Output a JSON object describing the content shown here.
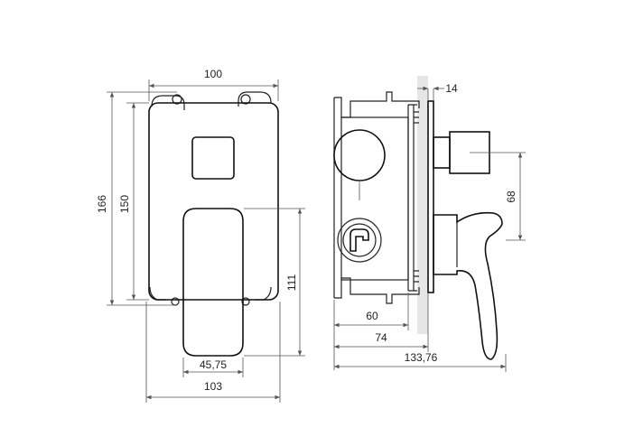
{
  "front_view": {
    "dimensions": {
      "top_width": "100",
      "outer_height": "166",
      "plate_height": "150",
      "handle_height": "111",
      "handle_width": "45,75",
      "total_width": "103"
    }
  },
  "side_view": {
    "dimensions": {
      "plate_thickness": "14",
      "spout_offset": "68",
      "box_depth": "60",
      "to_wall": "74",
      "total_depth": "133,76"
    }
  },
  "colors": {
    "line": "#111111",
    "dim": "#555555",
    "wall": "#e6e6e6"
  }
}
